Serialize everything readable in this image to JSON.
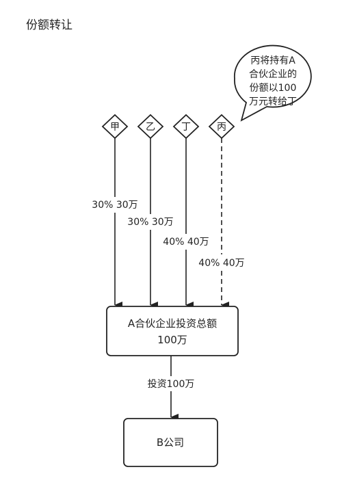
{
  "title": "份额转让",
  "partners": [
    {
      "label": "甲",
      "edge_label": "30% 30万",
      "transfer": false
    },
    {
      "label": "乙",
      "edge_label": "30% 30万",
      "transfer": false
    },
    {
      "label": "丁",
      "edge_label": "40% 40万",
      "transfer": false
    },
    {
      "label": "丙",
      "edge_label": "40% 40万",
      "transfer": true
    }
  ],
  "callout": {
    "lines": [
      "丙将持有A",
      "合伙企业的",
      "份额以100",
      "万元转给丁"
    ]
  },
  "enterprise": {
    "lines": [
      "A合伙企业投资总额",
      "100万"
    ]
  },
  "investment_edge": {
    "label": "投资100万"
  },
  "company": {
    "label": "B公司"
  }
}
